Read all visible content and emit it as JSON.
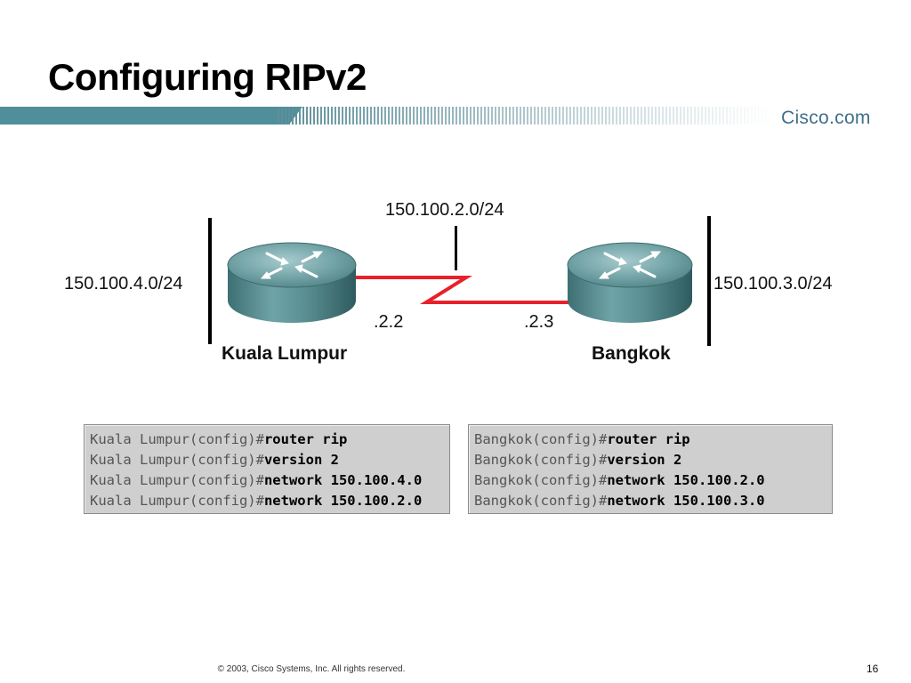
{
  "slide": {
    "title": "Configuring RIPv2",
    "brand": "Cisco.com",
    "footer": "© 2003, Cisco Systems, Inc. All rights reserved.",
    "page_number": "16"
  },
  "diagram": {
    "networks": {
      "left": "150.100.4.0/24",
      "middle": "150.100.2.0/24",
      "right": "150.100.3.0/24"
    },
    "interfaces": {
      "left": ".2.2",
      "right": ".2.3"
    },
    "routers": {
      "left": "Kuala Lumpur",
      "right": "Bangkok"
    },
    "colors": {
      "serial_link": "#e8202a",
      "router_body": "#4f8a8e",
      "header_teal": "#4f8e9a"
    }
  },
  "config": {
    "left": [
      {
        "prompt": "Kuala Lumpur(config)#",
        "command": "router rip"
      },
      {
        "prompt": "Kuala Lumpur(config)#",
        "command": "version 2"
      },
      {
        "prompt": "Kuala Lumpur(config)#",
        "command": "network 150.100.4.0"
      },
      {
        "prompt": "Kuala Lumpur(config)#",
        "command": "network 150.100.2.0"
      }
    ],
    "right": [
      {
        "prompt": "Bangkok(config)#",
        "command": "router rip"
      },
      {
        "prompt": "Bangkok(config)#",
        "command": "version 2"
      },
      {
        "prompt": "Bangkok(config)#",
        "command": "network 150.100.2.0"
      },
      {
        "prompt": "Bangkok(config)#",
        "command": "network 150.100.3.0"
      }
    ]
  }
}
